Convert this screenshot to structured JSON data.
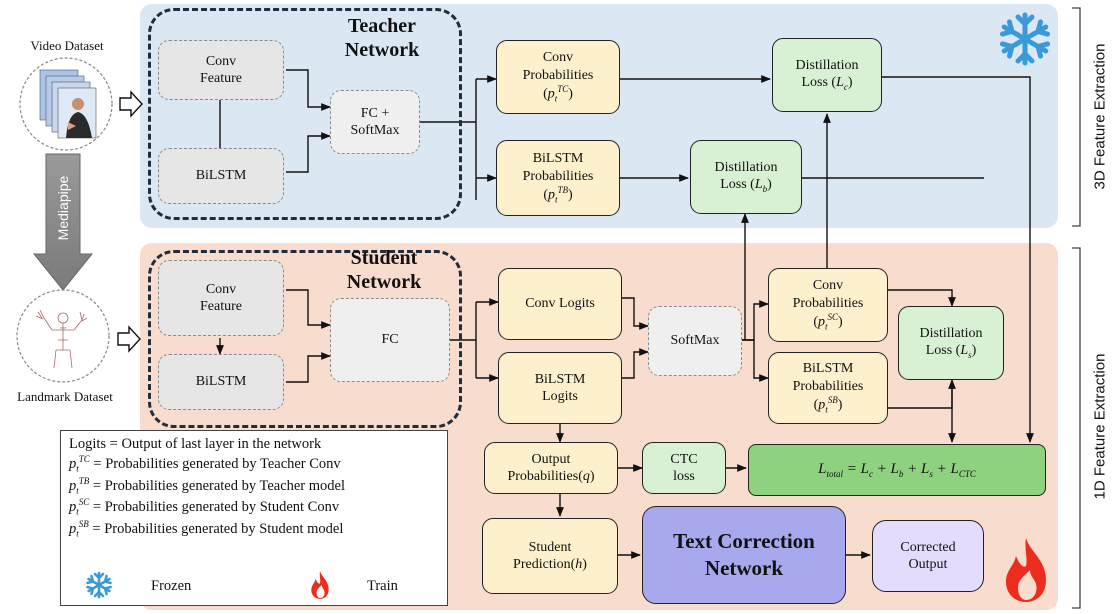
{
  "sections": {
    "top_side_label": "3D Feature Extraction",
    "bottom_side_label": "1D Feature Extraction"
  },
  "inputs": {
    "video_dataset": "Video Dataset",
    "landmark_dataset": "Landmark Dataset",
    "mediapipe": "Mediapipe"
  },
  "teacher": {
    "title_line1": "Teacher",
    "title_line2": "Network",
    "conv_feature_l1": "Conv",
    "conv_feature_l2": "Feature",
    "bilstm": "BiLSTM",
    "fc_softmax_l1": "FC +",
    "fc_softmax_l2": "SoftMax",
    "conv_prob_l1": "Conv",
    "conv_prob_l2": "Probabilities",
    "conv_prob_sup": "TC",
    "bilstm_prob_l1": "BiLSTM",
    "bilstm_prob_l2": "Probabilities",
    "bilstm_prob_sup": "TB",
    "dist_c_l1": "Distillation",
    "dist_c_loss": "Loss",
    "dist_c_sub": "c",
    "dist_b_l1": "Distillation",
    "dist_b_loss": "Loss",
    "dist_b_sub": "b"
  },
  "student": {
    "title_line1": "Student",
    "title_line2": "Network",
    "conv_feature_l1": "Conv",
    "conv_feature_l2": "Feature",
    "bilstm": "BiLSTM",
    "fc": "FC",
    "conv_logits": "Conv Logits",
    "bilstm_logits_l1": "BiLSTM",
    "bilstm_logits_l2": "Logits",
    "softmax": "SoftMax",
    "conv_prob_l1": "Conv",
    "conv_prob_l2": "Probabilities",
    "conv_prob_sup": "SC",
    "bilstm_prob_l1": "BiLSTM",
    "bilstm_prob_l2": "Probabilities",
    "bilstm_prob_sup": "SB",
    "dist_s_l1": "Distillation",
    "dist_s_loss": "Loss",
    "dist_s_sub": "s",
    "output_prob_l1": "Output",
    "output_prob_l2": "Probabilities(",
    "output_prob_var": "q",
    "ctc_l1": "CTC",
    "ctc_l2": "loss",
    "total_loss": "L_total = L_c + L_b + L_s + L_CTC",
    "prediction_l1": "Student",
    "prediction_l2": "Prediction(",
    "prediction_var": "h",
    "text_correction_l1": "Text Correction",
    "text_correction_l2": "Network",
    "corrected_l1": "Corrected",
    "corrected_l2": "Output"
  },
  "legend": {
    "logits_def": "Logits = Output of last layer in the network",
    "tc_def": "= Probabilities generated by Teacher Conv",
    "tb_def": "= Probabilities generated by Teacher model",
    "sc_def": "= Probabilities generated by Student Conv",
    "sb_def": "= Probabilities generated by Student model",
    "frozen": "Frozen",
    "train": "Train"
  },
  "icons": {
    "frozen": "snowflake-icon",
    "train": "flame-icon"
  },
  "colors": {
    "teacher_panel": "#dce7f4",
    "student_panel": "#f8dccd",
    "snowflake": "#3a9ad9",
    "flame": "#ee2c1d"
  }
}
